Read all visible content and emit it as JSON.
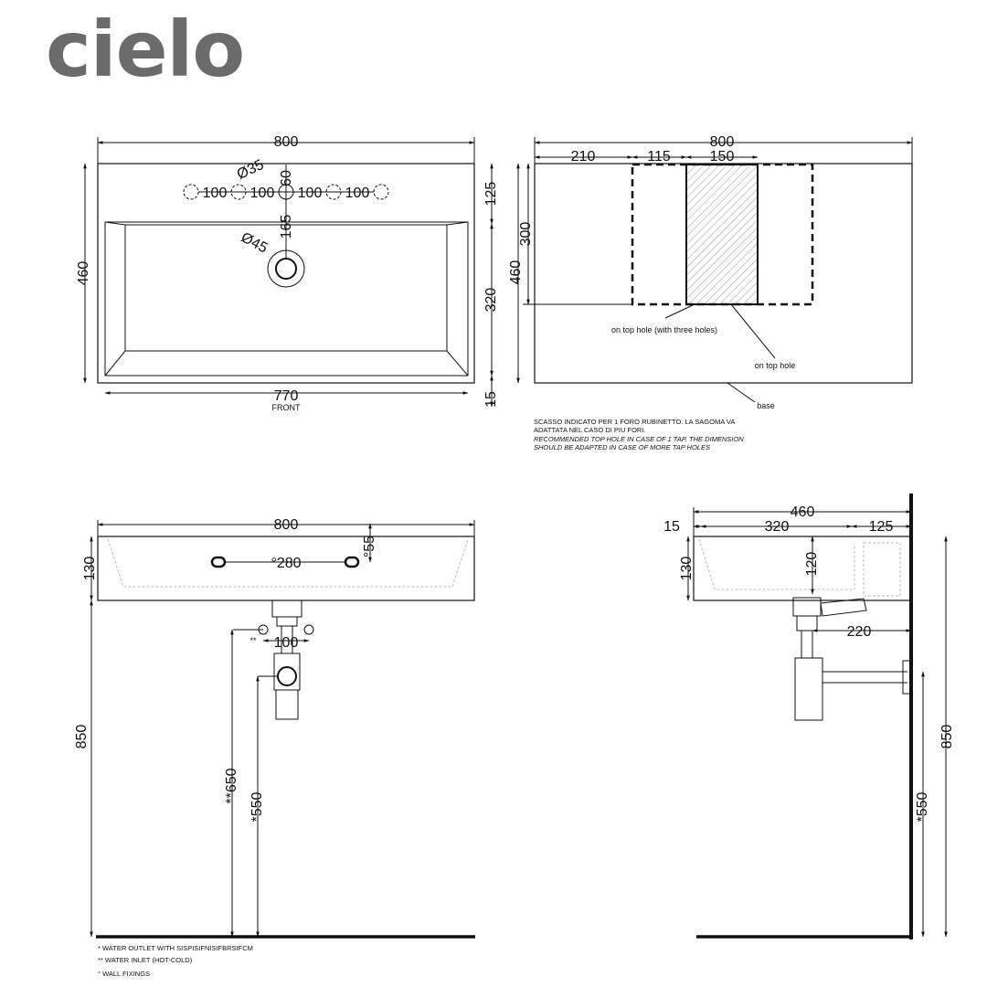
{
  "brand": "cielo",
  "plan": {
    "width": "800",
    "depth": "460",
    "inner_width": "770",
    "front_label": "FRONT",
    "dia_tap": "Ø35",
    "dia_drain": "Ø45",
    "tap_spacing": [
      "100",
      "100",
      "100",
      "100"
    ],
    "v60": "60",
    "v165": "165",
    "r125": "125",
    "r320": "320",
    "r15": "15"
  },
  "top": {
    "width": "800",
    "seg210": "210",
    "seg115": "115",
    "seg150": "150",
    "h300": "300",
    "h460": "460",
    "label_three": "on top hole (with three holes)",
    "label_one": "on top hole",
    "label_base": "base",
    "note": [
      "SCASSO INDICATO PER 1 FORO RUBINETTO. LA SAGOMA VA",
      "ADATTATA NEL CASO DI PIU FORI.",
      "RECOMMENDED TOP HOLE IN CASE OF 1 TAP. THE DIMENSION",
      "SHOULD BE ADAPTED IN CASE OF MORE TAP HOLES"
    ]
  },
  "front": {
    "width": "800",
    "h130": "130",
    "fix280": "°280",
    "fix55": "°55",
    "inlet100": "100",
    "inlet_mark": "**",
    "h850": "850",
    "h650": "**650",
    "h550": "*550"
  },
  "side": {
    "depth": "460",
    "d15": "15",
    "d320": "320",
    "d125": "125",
    "h130": "130",
    "h120": "120",
    "d220": "220",
    "h850": "850",
    "h550": "*550"
  },
  "legend": [
    "* WATER OUTLET WITH SISPISIFNISIFBRSIFCM",
    "** WATER INLET  (HOT-COLD)",
    "° WALL FIXINGS"
  ]
}
